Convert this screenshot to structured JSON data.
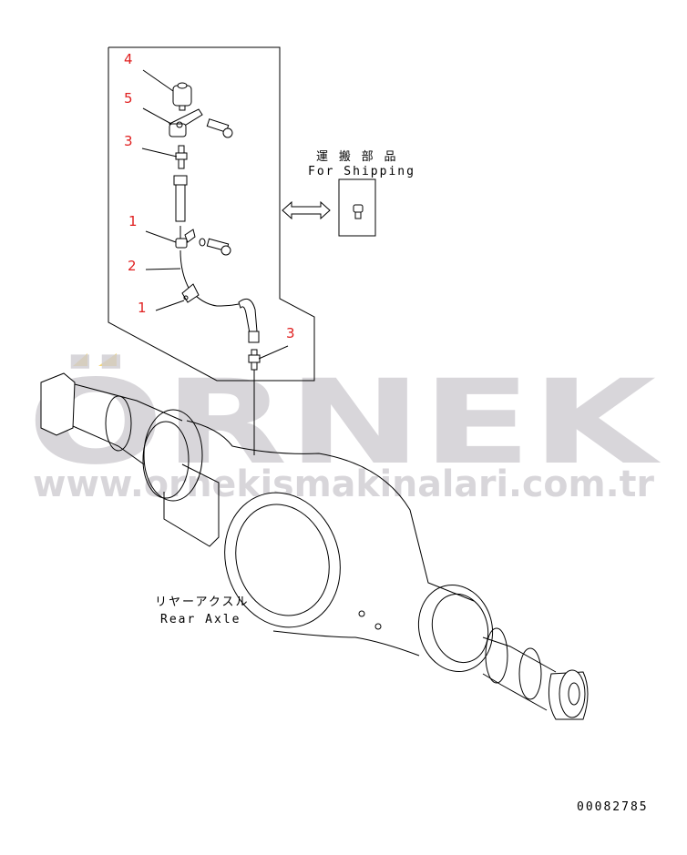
{
  "callouts": [
    "4",
    "5",
    "3",
    "1",
    "2",
    "1",
    "3"
  ],
  "shipping": {
    "label_jp": "運 搬 部 品",
    "label_en": "For Shipping"
  },
  "assembly": {
    "label_jp": "リヤーアクスル",
    "label_en": "Rear Axle"
  },
  "drawing_number": "00082785",
  "watermark": {
    "brand": "ÖRNEK",
    "url": "www.ornekismakinalari.com.tr",
    "accent_color": "#f7d774",
    "color": "#cfcdd2"
  },
  "colors": {
    "callout": "#e02020",
    "line": "#000000"
  }
}
